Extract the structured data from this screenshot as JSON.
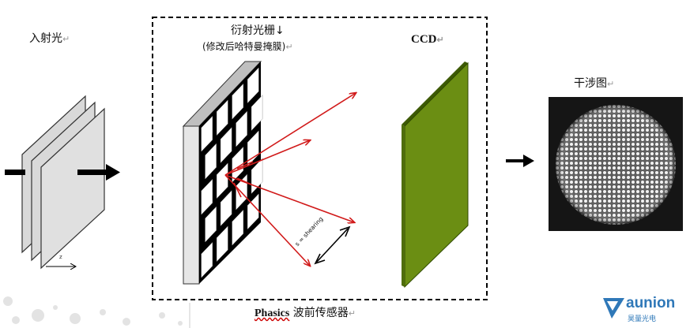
{
  "labels": {
    "incident_light": "入射光",
    "grating_title": "衍射光栅↓",
    "grating_subtitle": "(修改后哈特曼掩膜)",
    "ccd": "CCD",
    "interferogram": "干涉图",
    "shearing": "s = shearing",
    "z_axis": "z",
    "sensor_brand": "Phasics",
    "sensor_name": "波前传感器",
    "return_mark": "↵"
  },
  "logo": {
    "name": "aunion",
    "subtitle": "昊量光电"
  },
  "colors": {
    "rays": "#d11a1a",
    "ccd": "#6b8e13",
    "grating": "#000000",
    "logo": "#2f78b8"
  }
}
